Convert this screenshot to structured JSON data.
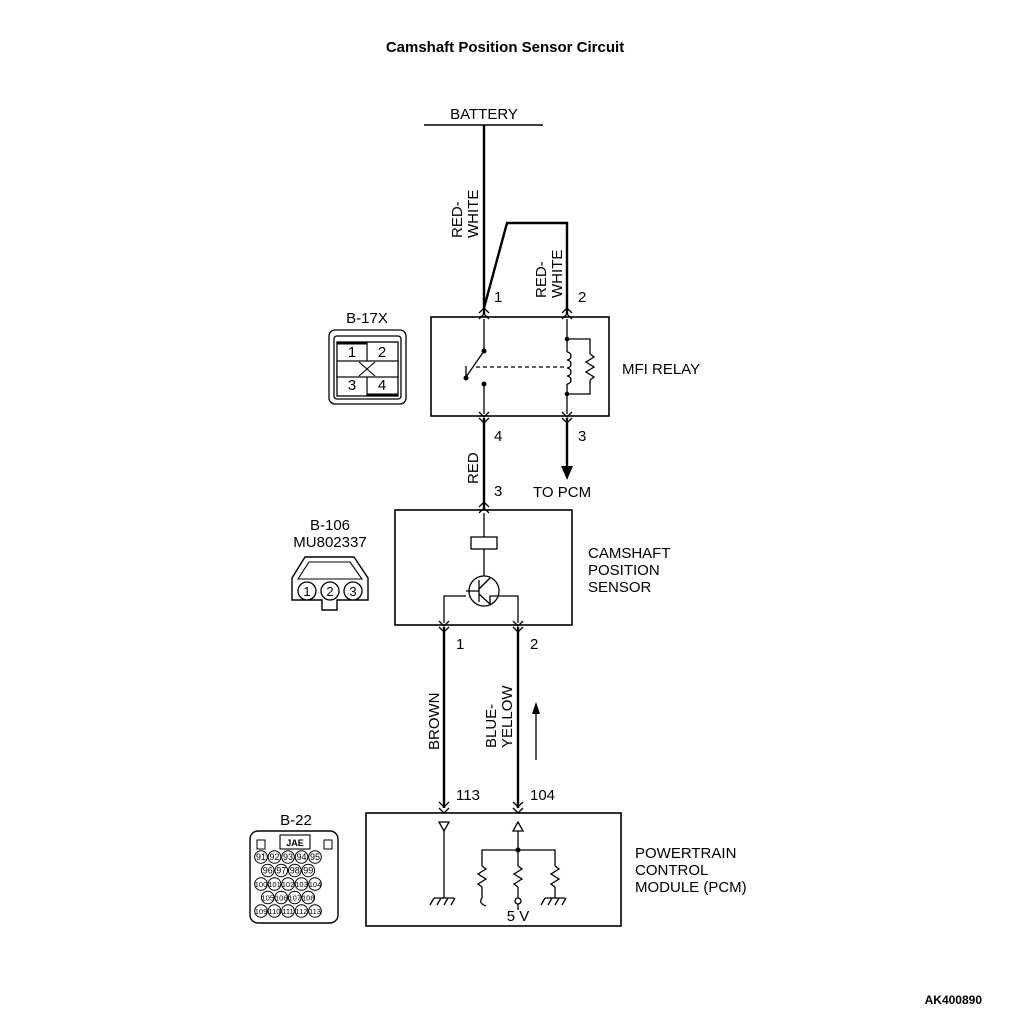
{
  "title": "Camshaft Position Sensor Circuit",
  "battery": "BATTERY",
  "wires": {
    "red_white_1": [
      "RED-",
      "WHITE"
    ],
    "red_white_2": [
      "RED-",
      "WHITE"
    ],
    "red": "RED",
    "brown": "BROWN",
    "blue_yellow": [
      "BLUE-",
      "YELLOW"
    ]
  },
  "pins": {
    "relay_1": "1",
    "relay_2": "2",
    "relay_4": "4",
    "relay_3": "3",
    "sensor_3": "3",
    "sensor_1": "1",
    "sensor_2": "2",
    "pcm_113": "113",
    "pcm_104": "104"
  },
  "to_pcm": "TO PCM",
  "relay": {
    "name": "MFI RELAY",
    "connector": "B-17X",
    "cells": [
      "1",
      "2",
      "3",
      "4"
    ]
  },
  "sensor": {
    "name": [
      "CAMSHAFT",
      "POSITION",
      "SENSOR"
    ],
    "connector": "B-106",
    "part": "MU802337",
    "pins": [
      "1",
      "2",
      "3"
    ]
  },
  "pcm": {
    "name": [
      "POWERTRAIN",
      "CONTROL",
      "MODULE (PCM)"
    ],
    "connector": "B-22",
    "brand": "JAE",
    "row1": [
      "91",
      "92",
      "93",
      "94",
      "95"
    ],
    "row2": [
      "96",
      "97",
      "98",
      "99"
    ],
    "row3": [
      "100",
      "101",
      "102",
      "103",
      "104"
    ],
    "row4": [
      "105",
      "106",
      "107",
      "108"
    ],
    "row5": [
      "109",
      "110",
      "111",
      "112",
      "113"
    ],
    "voltage": "5 V"
  },
  "figure_id": "AK400890"
}
